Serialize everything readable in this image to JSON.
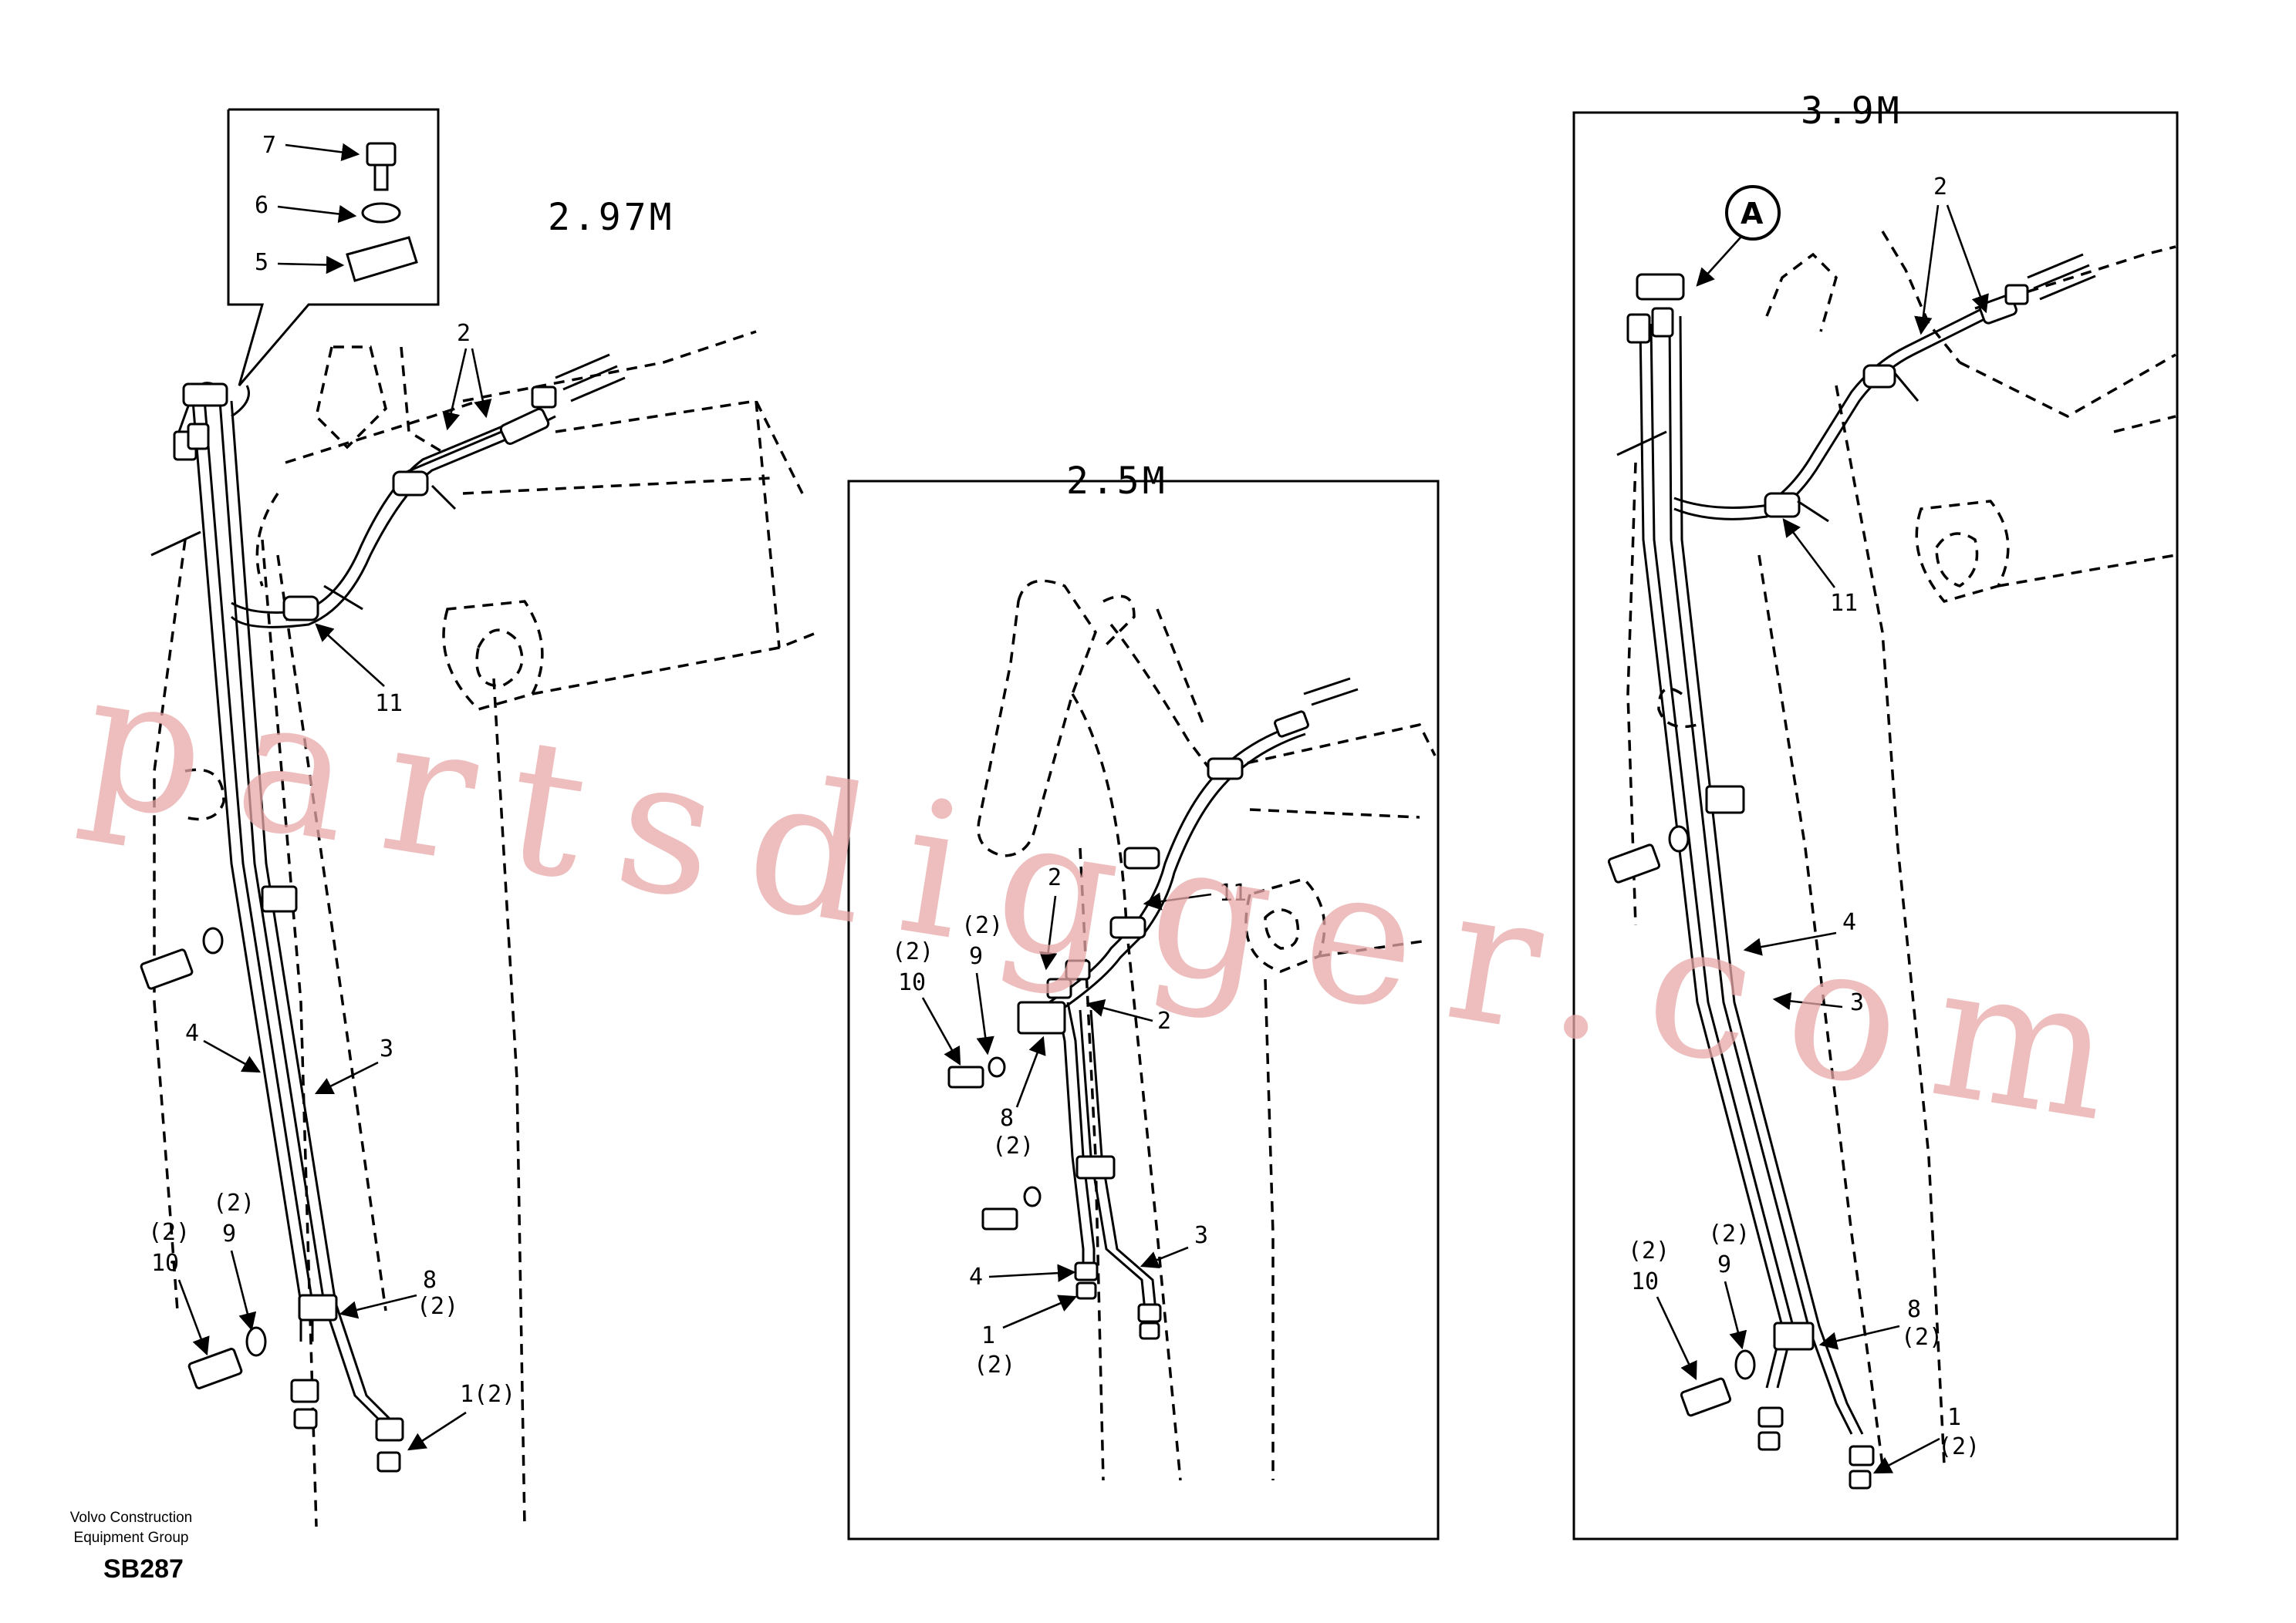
{
  "views": [
    {
      "title": "2.97M",
      "callouts": [
        "7",
        "6",
        "5",
        "2",
        "11",
        "4",
        "3",
        "(2)",
        "10",
        "(2)",
        "9",
        "8",
        "(2)",
        "1(2)"
      ]
    },
    {
      "title": "2.5M",
      "callouts": [
        "2",
        "11",
        "(2)",
        "10",
        "(2)",
        "9",
        "2",
        "8",
        "(2)",
        "3",
        "4",
        "1",
        "(2)"
      ]
    },
    {
      "title": "3.9M",
      "detail_marker": "A",
      "callouts": [
        "2",
        "11",
        "4",
        "3",
        "(2)",
        "10",
        "(2)",
        "9",
        "8",
        "(2)",
        "1",
        "(2)"
      ]
    }
  ],
  "footer": {
    "manufacturer_line1": "Volvo Construction",
    "manufacturer_line2": "Equipment Group",
    "diagram_code": "SB287"
  },
  "watermark": "partsdigger.com"
}
